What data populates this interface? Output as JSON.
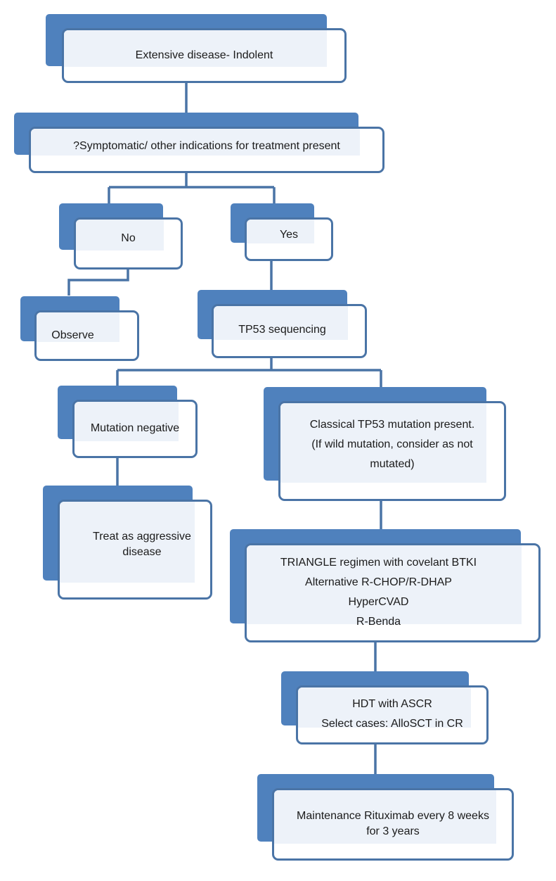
{
  "colors": {
    "accent_fill": "#4f81bd",
    "box_border": "#4a74a6",
    "box_tint": "#edf2f9",
    "connector": "#4a74a6",
    "text": "#1b1b1b"
  },
  "nodes": {
    "extensive": {
      "lines": [
        "Extensive disease- Indolent"
      ]
    },
    "symptomatic": {
      "lines": [
        "?Symptomatic/ other indications for treatment present"
      ]
    },
    "no": {
      "lines": [
        "No"
      ]
    },
    "yes": {
      "lines": [
        "Yes"
      ]
    },
    "observe": {
      "lines": [
        "Observe"
      ]
    },
    "tp53": {
      "lines": [
        "TP53 sequencing"
      ]
    },
    "mutneg": {
      "lines": [
        "Mutation negative"
      ]
    },
    "classical": {
      "lines": [
        "Classical TP53 mutation present.",
        "(If wild mutation, consider as not",
        "mutated)"
      ]
    },
    "treat": {
      "lines": [
        "Treat as aggressive",
        "disease"
      ]
    },
    "triangle": {
      "lines": [
        "TRIANGLE regimen with covelant BTKI",
        "Alternative R-CHOP/R-DHAP",
        "HyperCVAD",
        "R-Benda"
      ]
    },
    "hdt": {
      "lines": [
        "HDT with ASCR",
        "Select cases: AlloSCT in CR"
      ]
    },
    "maint": {
      "lines": [
        "Maintenance Rituximab every 8 weeks",
        "for 3 years"
      ]
    }
  },
  "edges": [
    [
      "extensive",
      "symptomatic"
    ],
    [
      "symptomatic",
      "no"
    ],
    [
      "symptomatic",
      "yes"
    ],
    [
      "no",
      "observe"
    ],
    [
      "yes",
      "tp53"
    ],
    [
      "tp53",
      "mutneg"
    ],
    [
      "tp53",
      "classical"
    ],
    [
      "mutneg",
      "treat"
    ],
    [
      "classical",
      "triangle"
    ],
    [
      "triangle",
      "hdt"
    ],
    [
      "hdt",
      "maint"
    ]
  ]
}
